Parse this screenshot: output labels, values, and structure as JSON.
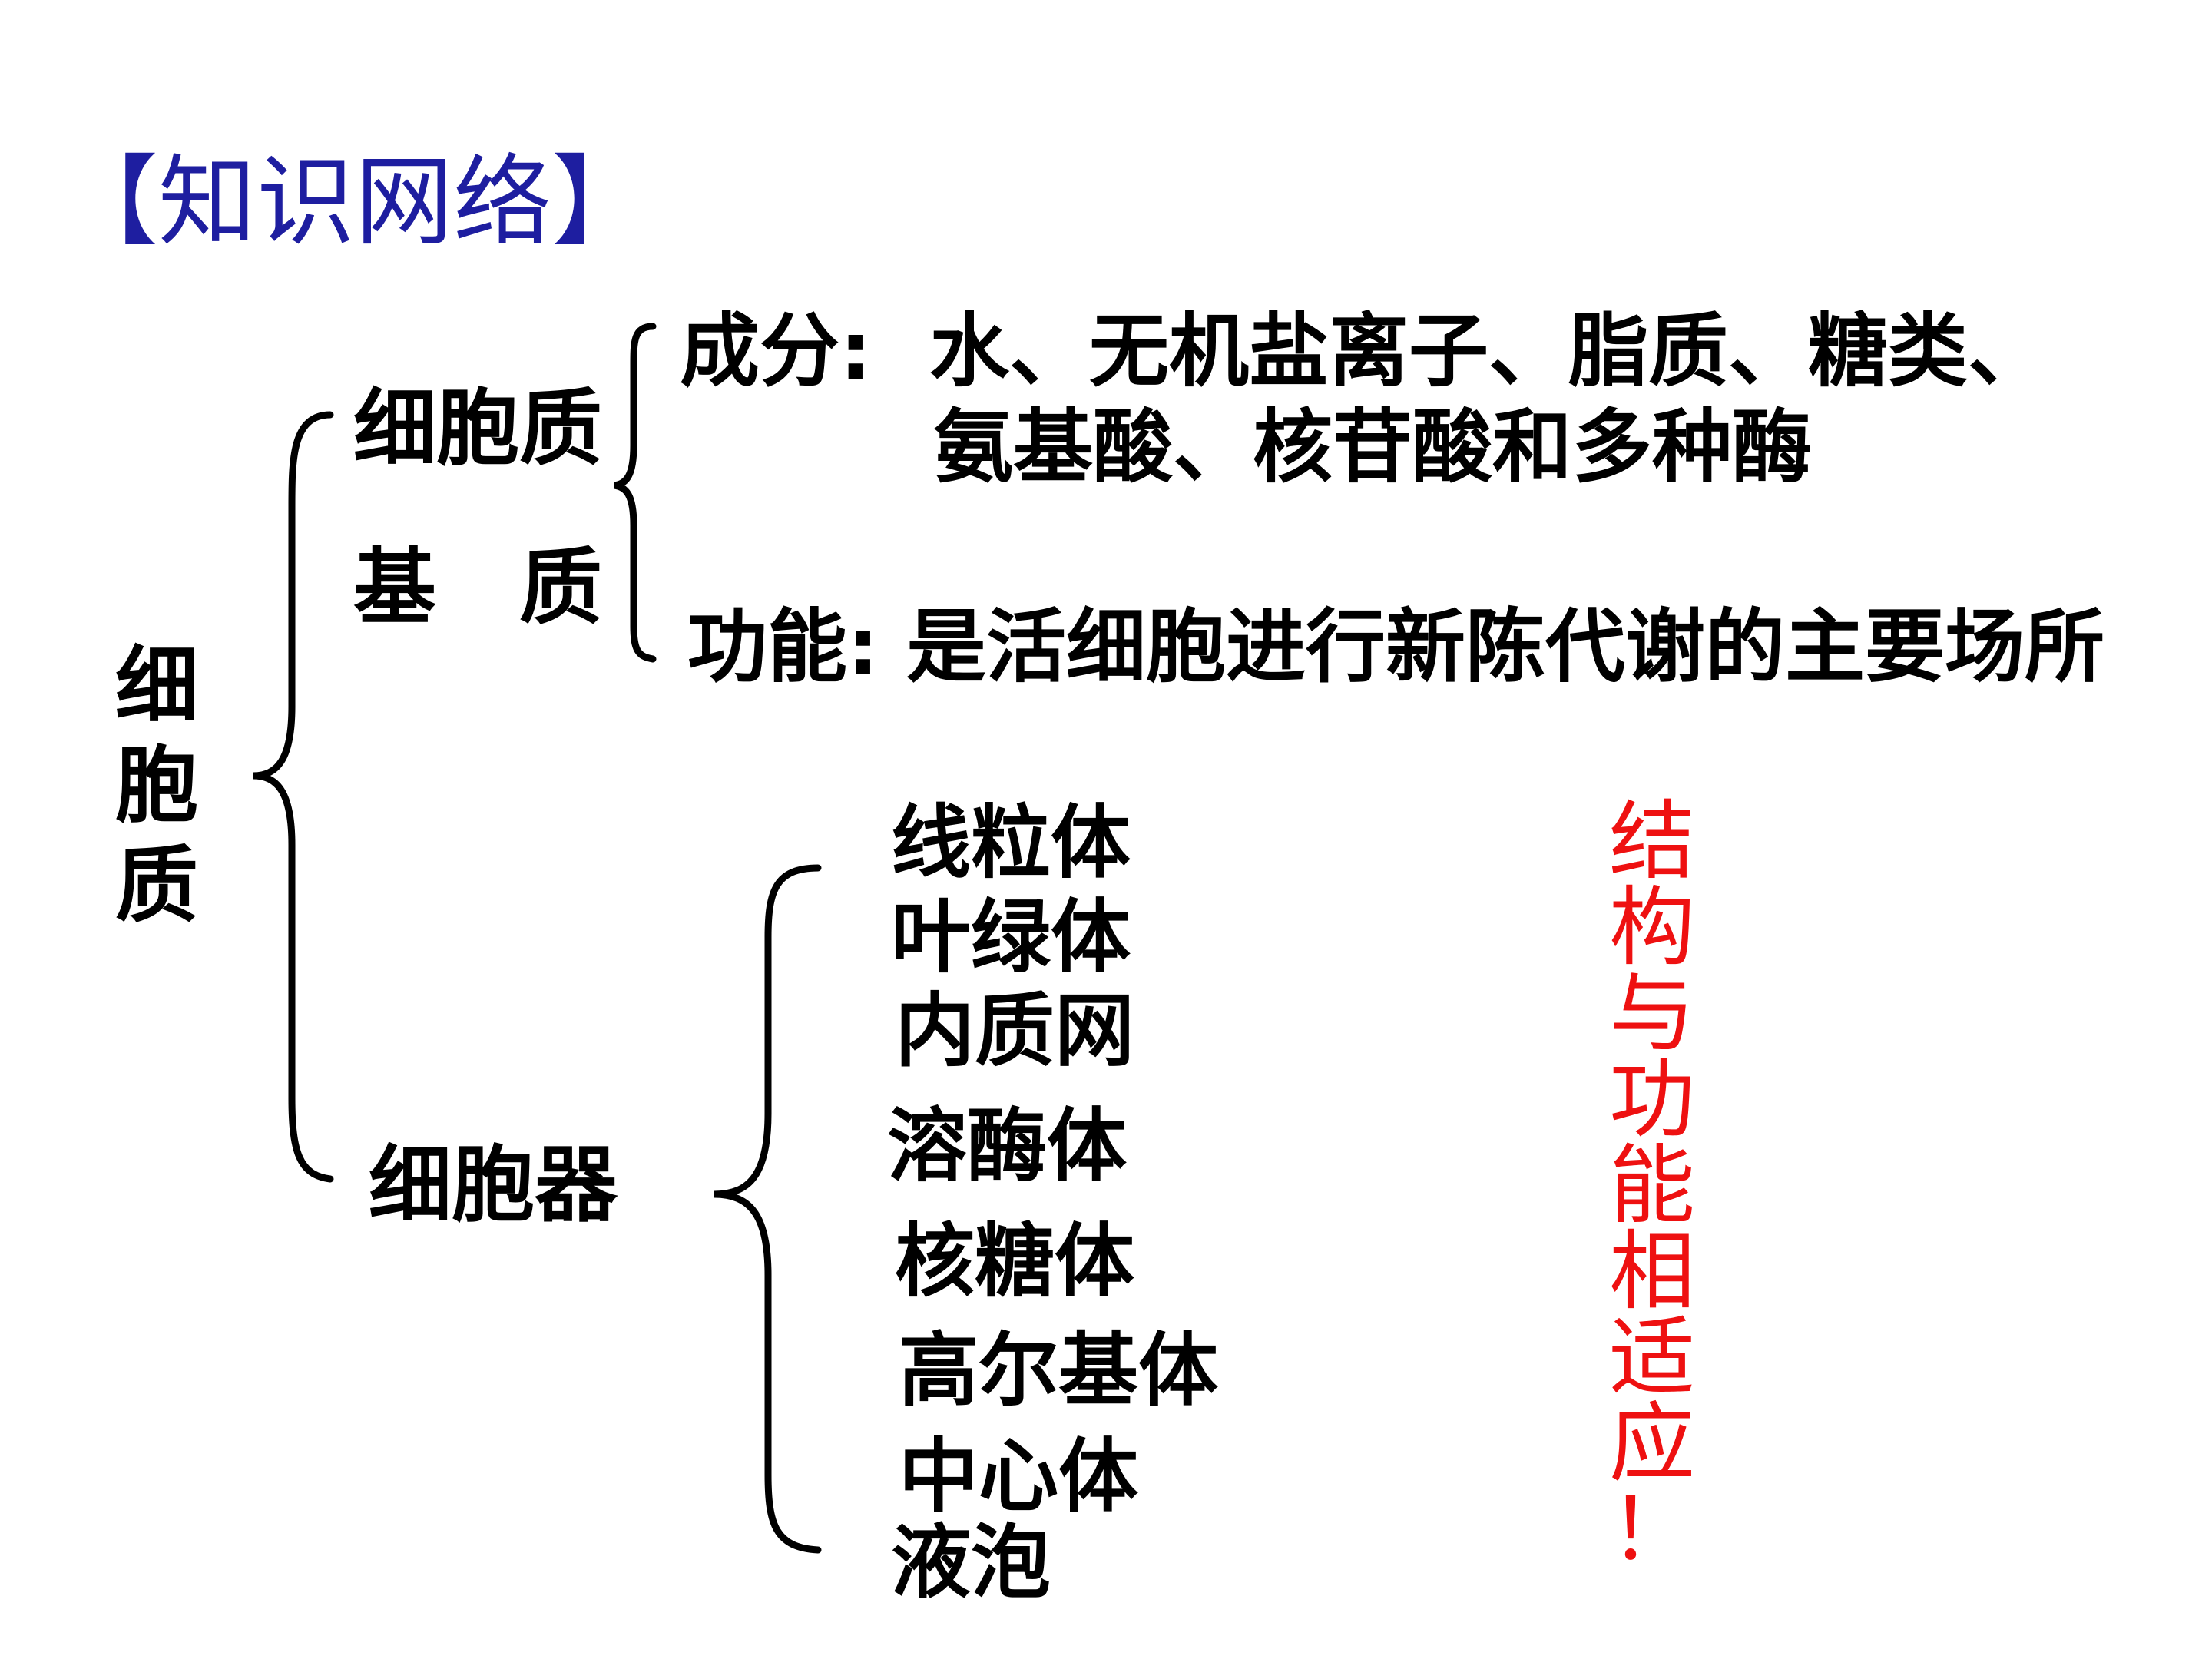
{
  "title": "【知识网络】",
  "root": [
    "细",
    "胞",
    "质"
  ],
  "matrix": {
    "label_line1": "细胞质",
    "label_line2": "基　质",
    "composition": {
      "label": "成分:",
      "line1": "水、无机盐离子、脂质、糖类、",
      "line2": "氨基酸、核苷酸和多种酶"
    },
    "function": {
      "label": "功能:",
      "text": "是活细胞进行新陈代谢的主要场所"
    }
  },
  "organelles": {
    "label": "细胞器",
    "items": [
      "线粒体",
      "叶绿体",
      "内质网",
      "溶酶体",
      "核糖体",
      "高尔基体",
      "中心体",
      "液泡"
    ]
  },
  "note": {
    "chars": [
      "结",
      "构",
      "与",
      "功",
      "能",
      "相",
      "适",
      "应",
      "！"
    ],
    "color": "#ee1111"
  }
}
